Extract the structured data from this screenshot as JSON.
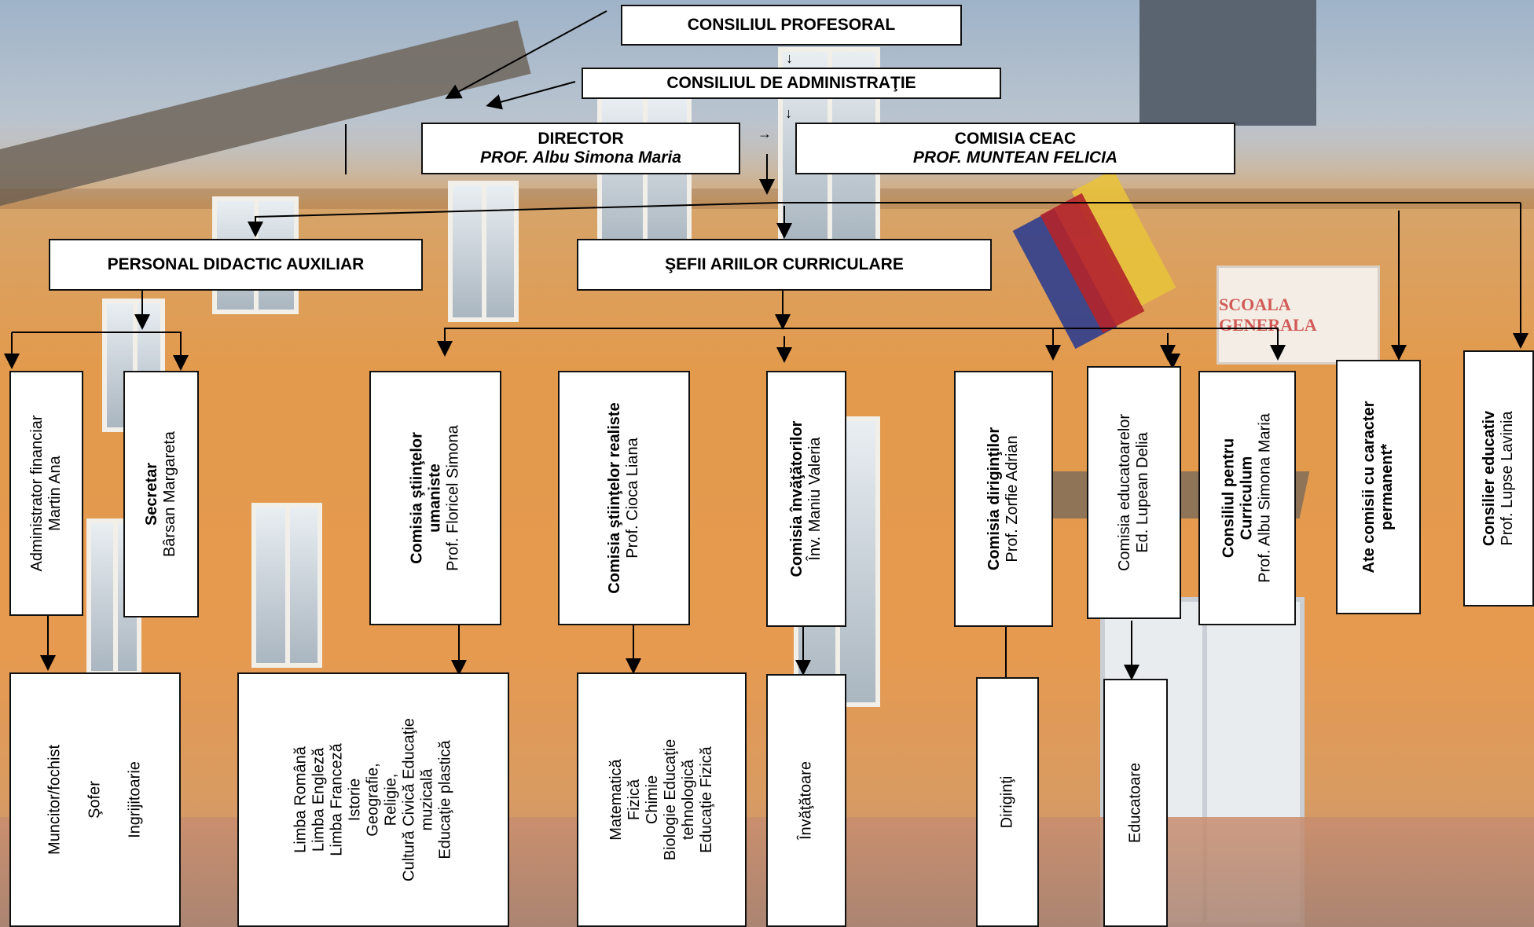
{
  "top": {
    "consiliul_profesoral": "CONSILIUL PROFESORAL",
    "consiliul_administratie": "CONSILIUL DE  ADMINISTRAŢIE"
  },
  "director": {
    "title": "DIRECTOR",
    "name": "PROF. Albu Simona Maria"
  },
  "ceac": {
    "title": "COMISIA CEAC",
    "name": "PROF. MUNTEAN FELICIA"
  },
  "auxiliar": "PERSONAL DIDACTIC AUXILIAR",
  "sefi": "ŞEFII ARIILOR CURRICULARE",
  "sign_text": "SCOALA GENERALA",
  "committees": {
    "admin_financiar": {
      "line1": "Administrator financiar",
      "line2": "Martin Ana"
    },
    "secretar": {
      "title": "Secretar",
      "name": "Bârsan Margareta"
    },
    "umaniste": {
      "title1": "Comisia ştiinţelor",
      "title2": "umaniste",
      "name": "Prof. Floricel Simona"
    },
    "realiste": {
      "title": "Comisia ştiinţelor realiste",
      "name": "Prof. Cioca Liana"
    },
    "invatatori": {
      "title": "Comisia învăţătorilor",
      "name": "Înv. Maniu Valeria"
    },
    "diriginti": {
      "title": "Comisia diriginţilor",
      "name": "Prof. Zorfie Adrian"
    },
    "educatoare": {
      "title": "Comisia educatoarelor",
      "name": "Ed. Lupean Delia"
    },
    "curriculum": {
      "title1": "Consiliul pentru",
      "title2": "Curriculum",
      "name": "Prof. Albu Simona Maria"
    },
    "alte": {
      "line1": "Ate comisii cu caracter",
      "line2": "permanent*"
    },
    "consilier": {
      "title": "Consilier educativ",
      "name": "Prof. Lupse Lavinia"
    }
  },
  "subjects": {
    "auxiliar_staff": [
      "Muncitor/fochist",
      "Şofer",
      "Ingrijitoarie"
    ],
    "umaniste": [
      "Limba Română",
      "Limba Engleză",
      "Limba  Franceză",
      "Istorie",
      "Geografie,",
      "Religie,",
      "Cultură Civică Educaţie",
      "muzicală",
      "Educaţie plastică"
    ],
    "realiste": [
      "Matematică",
      "Fizică",
      "Chimie",
      "Biologie Educaţie",
      "tehnologică",
      "Educaţie  Fizică"
    ],
    "invatatori": [
      "Învăţătoare"
    ],
    "diriginti": [
      "Diriginţi"
    ],
    "educatoare": [
      "Educatoare"
    ]
  },
  "glyphs": {
    "down": "↓",
    "right": "→"
  }
}
